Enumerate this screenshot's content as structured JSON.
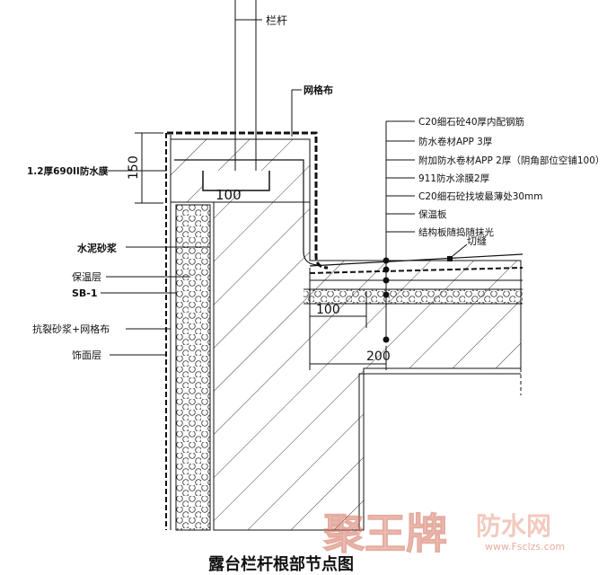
{
  "title": "露台栏杆根部节点图",
  "labels": {
    "railing": "栏杆",
    "mesh_cloth": "网格布",
    "membrane": "1.2厚690II防水膜",
    "cement_mortar": "水泥砂浆",
    "insulation_layer": "保温层",
    "sb1": "SB-1",
    "crack_mortar_mesh": "抗裂砂浆+网格布",
    "finish_layer": "饰面层",
    "joint": "切缝"
  },
  "layer_notes": [
    "C20细石砼40厚内配钢筋",
    "防水卷材APP 3厚",
    "附加防水卷材APP 2厚（阴角部位空铺100）",
    "911防水涂膜2厚",
    "C20细石砼找坡最薄处30mm",
    "保温板",
    "结构板随捣随抹光"
  ],
  "dimensions": {
    "parapet_height": "150",
    "rail_base_width": "100",
    "upturn_width": "100",
    "slab_extent": "200"
  },
  "watermark": {
    "brand": "聚王牌",
    "text": "防水网",
    "url": "www.Fsclzs.com"
  },
  "colors": {
    "line": "#111111",
    "watermark": "#e8a08a"
  }
}
